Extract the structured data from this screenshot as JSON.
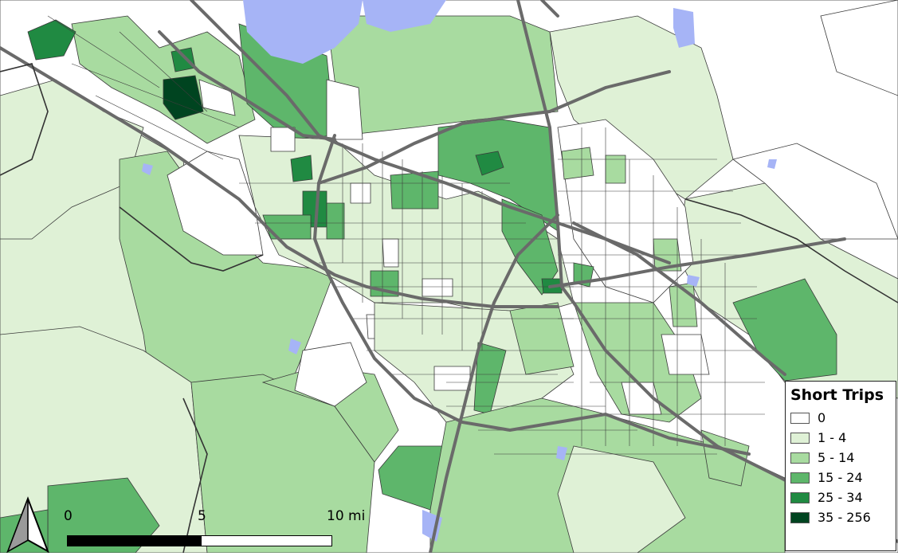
{
  "map": {
    "colors": {
      "background": "#ffffff",
      "water": "#a6b4f6",
      "roads": "#6a6a6a",
      "boundaries": "#333333"
    }
  },
  "legend": {
    "title": "Short Trips",
    "items": [
      {
        "label": "0",
        "color": "#ffffff"
      },
      {
        "label": "1 - 4",
        "color": "#dff1d6"
      },
      {
        "label": "5 - 14",
        "color": "#a8dba0"
      },
      {
        "label": "15 - 24",
        "color": "#5eb66b"
      },
      {
        "label": "25 - 34",
        "color": "#208a42"
      },
      {
        "label": "35 - 256",
        "color": "#004420"
      }
    ]
  },
  "scalebar": {
    "labels": [
      "0",
      "5",
      "10 mi"
    ]
  },
  "north_arrow": {
    "icon": "north-arrow-icon"
  }
}
